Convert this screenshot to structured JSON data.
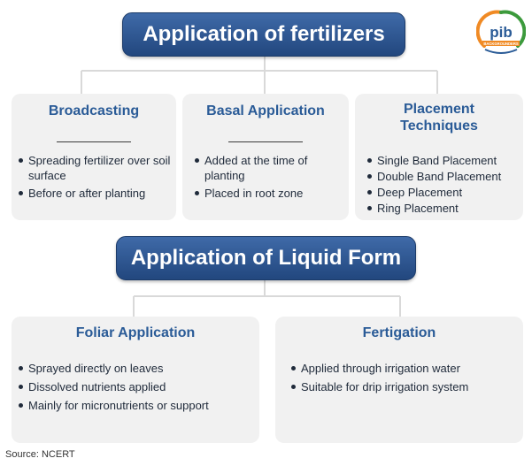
{
  "header": {
    "title": "Application of fertilizers"
  },
  "top_cards": [
    {
      "title": "Broadcasting",
      "items": [
        "Spreading fertilizer over soil surface",
        "Before or after planting"
      ]
    },
    {
      "title": "Basal Application",
      "items": [
        "Added at the time of planting",
        "Placed in root zone"
      ]
    },
    {
      "title": "Placement Techniques",
      "items": [
        "Single Band Placement",
        "Double Band Placement",
        "Deep Placement",
        "Ring Placement"
      ]
    }
  ],
  "liquid_section": {
    "title": "Application of Liquid Form"
  },
  "bottom_cards": [
    {
      "title": "Foliar Application",
      "items": [
        "Sprayed directly on leaves",
        "Dissolved nutrients applied",
        "Mainly for micronutrients or support"
      ]
    },
    {
      "title": "Fertigation",
      "items": [
        "Applied through irrigation water",
        "Suitable for drip irrigation system"
      ]
    }
  ],
  "logo": {
    "mark": "pib",
    "subtext": "BACKGROUNDERS"
  },
  "source": "Source: NCERT",
  "colors": {
    "banner": "#2c5590",
    "card_title": "#2a5b97",
    "card_bg": "#f1f1f1",
    "connector": "#d9d9d9",
    "logo_saffron": "#f08a24",
    "logo_green": "#3c9a3c",
    "logo_blue": "#2a5b97"
  }
}
